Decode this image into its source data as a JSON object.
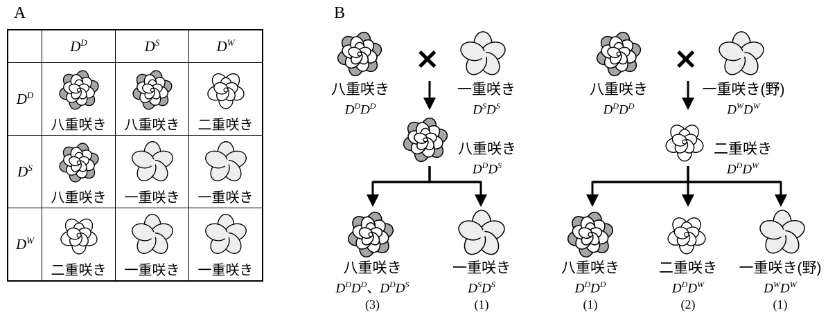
{
  "panels": {
    "a": "A",
    "b": "B"
  },
  "table": {
    "columns": [
      {
        "base": "D",
        "sup": "D"
      },
      {
        "base": "D",
        "sup": "S"
      },
      {
        "base": "D",
        "sup": "W"
      }
    ],
    "rows": [
      {
        "base": "D",
        "sup": "D",
        "cells": [
          {
            "type": "double",
            "label": "八重咲き"
          },
          {
            "type": "double",
            "label": "八重咲き"
          },
          {
            "type": "semi",
            "label": "二重咲き"
          }
        ]
      },
      {
        "base": "D",
        "sup": "S",
        "cells": [
          {
            "type": "double",
            "label": "八重咲き"
          },
          {
            "type": "single",
            "label": "一重咲き"
          },
          {
            "type": "single",
            "label": "一重咲き"
          }
        ]
      },
      {
        "base": "D",
        "sup": "W",
        "cells": [
          {
            "type": "semi",
            "label": "二重咲き"
          },
          {
            "type": "single",
            "label": "一重咲き"
          },
          {
            "type": "single",
            "label": "一重咲き"
          }
        ]
      }
    ]
  },
  "cross_symbol": "✕",
  "cross1": {
    "p1": {
      "label": "八重咲き",
      "genotype": [
        [
          "D",
          "D"
        ],
        [
          "D",
          "D"
        ]
      ],
      "type": "double"
    },
    "p2": {
      "label": "一重咲き",
      "genotype": [
        [
          "D",
          "S"
        ],
        [
          "D",
          "S"
        ]
      ],
      "type": "single"
    },
    "f1": {
      "label": "八重咲き",
      "genotype": [
        [
          "D",
          "D"
        ],
        [
          "D",
          "S"
        ]
      ],
      "type": "double"
    },
    "f2": [
      {
        "label": "八重咲き",
        "genotype_text": "DᴰDᴰ、DᴰDˢ",
        "count": "(3)",
        "type": "double"
      },
      {
        "label": "一重咲き",
        "genotype": [
          [
            "D",
            "S"
          ],
          [
            "D",
            "S"
          ]
        ],
        "count": "(1)",
        "type": "single"
      }
    ]
  },
  "cross2": {
    "p1": {
      "label": "八重咲き",
      "genotype": [
        [
          "D",
          "D"
        ],
        [
          "D",
          "D"
        ]
      ],
      "type": "double"
    },
    "p2": {
      "label": "一重咲き(野)",
      "genotype": [
        [
          "D",
          "W"
        ],
        [
          "D",
          "W"
        ]
      ],
      "type": "single"
    },
    "f1": {
      "label": "二重咲き",
      "genotype": [
        [
          "D",
          "D"
        ],
        [
          "D",
          "W"
        ]
      ],
      "type": "semi"
    },
    "f2": [
      {
        "label": "八重咲き",
        "genotype": [
          [
            "D",
            "D"
          ],
          [
            "D",
            "D"
          ]
        ],
        "count": "(1)",
        "type": "double"
      },
      {
        "label": "二重咲き",
        "genotype": [
          [
            "D",
            "D"
          ],
          [
            "D",
            "W"
          ]
        ],
        "count": "(2)",
        "type": "semi"
      },
      {
        "label": "一重咲き(野)",
        "genotype": [
          [
            "D",
            "W"
          ],
          [
            "D",
            "W"
          ]
        ],
        "count": "(1)",
        "type": "single"
      }
    ]
  },
  "f2_genotype_pieces": [
    [
      "D",
      "D"
    ],
    [
      "D",
      "D"
    ],
    [
      "D",
      "D"
    ],
    [
      "D",
      "S"
    ]
  ],
  "colors": {
    "petal_white": "#ffffff",
    "petal_light": "#eeeeee",
    "petal_grey": "#a6a6a6",
    "line": "#000000"
  }
}
